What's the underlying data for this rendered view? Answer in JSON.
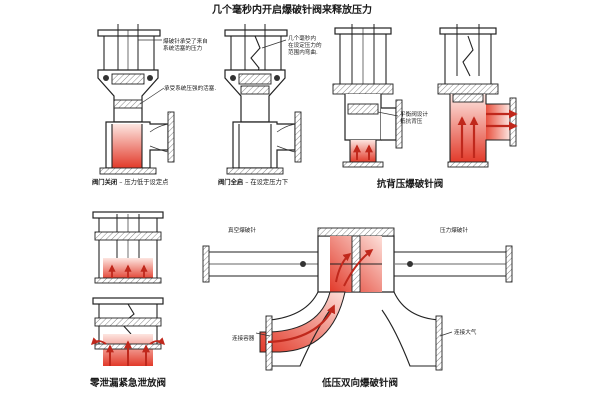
{
  "title": "几个毫秒内开启爆破针阀来释放压力",
  "panel1": {
    "note1_l1": "爆破针承受了来自",
    "note1_l2": "系统活塞的压力",
    "note2": "承受系统压强的活塞.",
    "caption_bold": "阀门关闭",
    "caption_rest": " – 压力低于设定点"
  },
  "panel2": {
    "note1_l1": "几个毫秒内",
    "note1_l2": "在设定压力的",
    "note1_l3": "范围内弯曲.",
    "caption_bold": "阀门全启",
    "caption_rest": " – 在设定压力下"
  },
  "panel3": {
    "note_l1": "平衡阀设计",
    "note_l2": "抵抗背压",
    "caption": "抗背压爆破针阀"
  },
  "panel4": {
    "caption": "零泄漏紧急泄放阀"
  },
  "panel5": {
    "label_vacuum": "真空爆破针",
    "label_pressure": "压力爆破针",
    "label_container": "连接容器",
    "label_atmosphere": "连接大气",
    "caption": "低压双向爆破针阀"
  },
  "colors": {
    "pressure_red": "#e23a2a",
    "pressure_light": "#fbd9d2",
    "outline": "#222222"
  }
}
